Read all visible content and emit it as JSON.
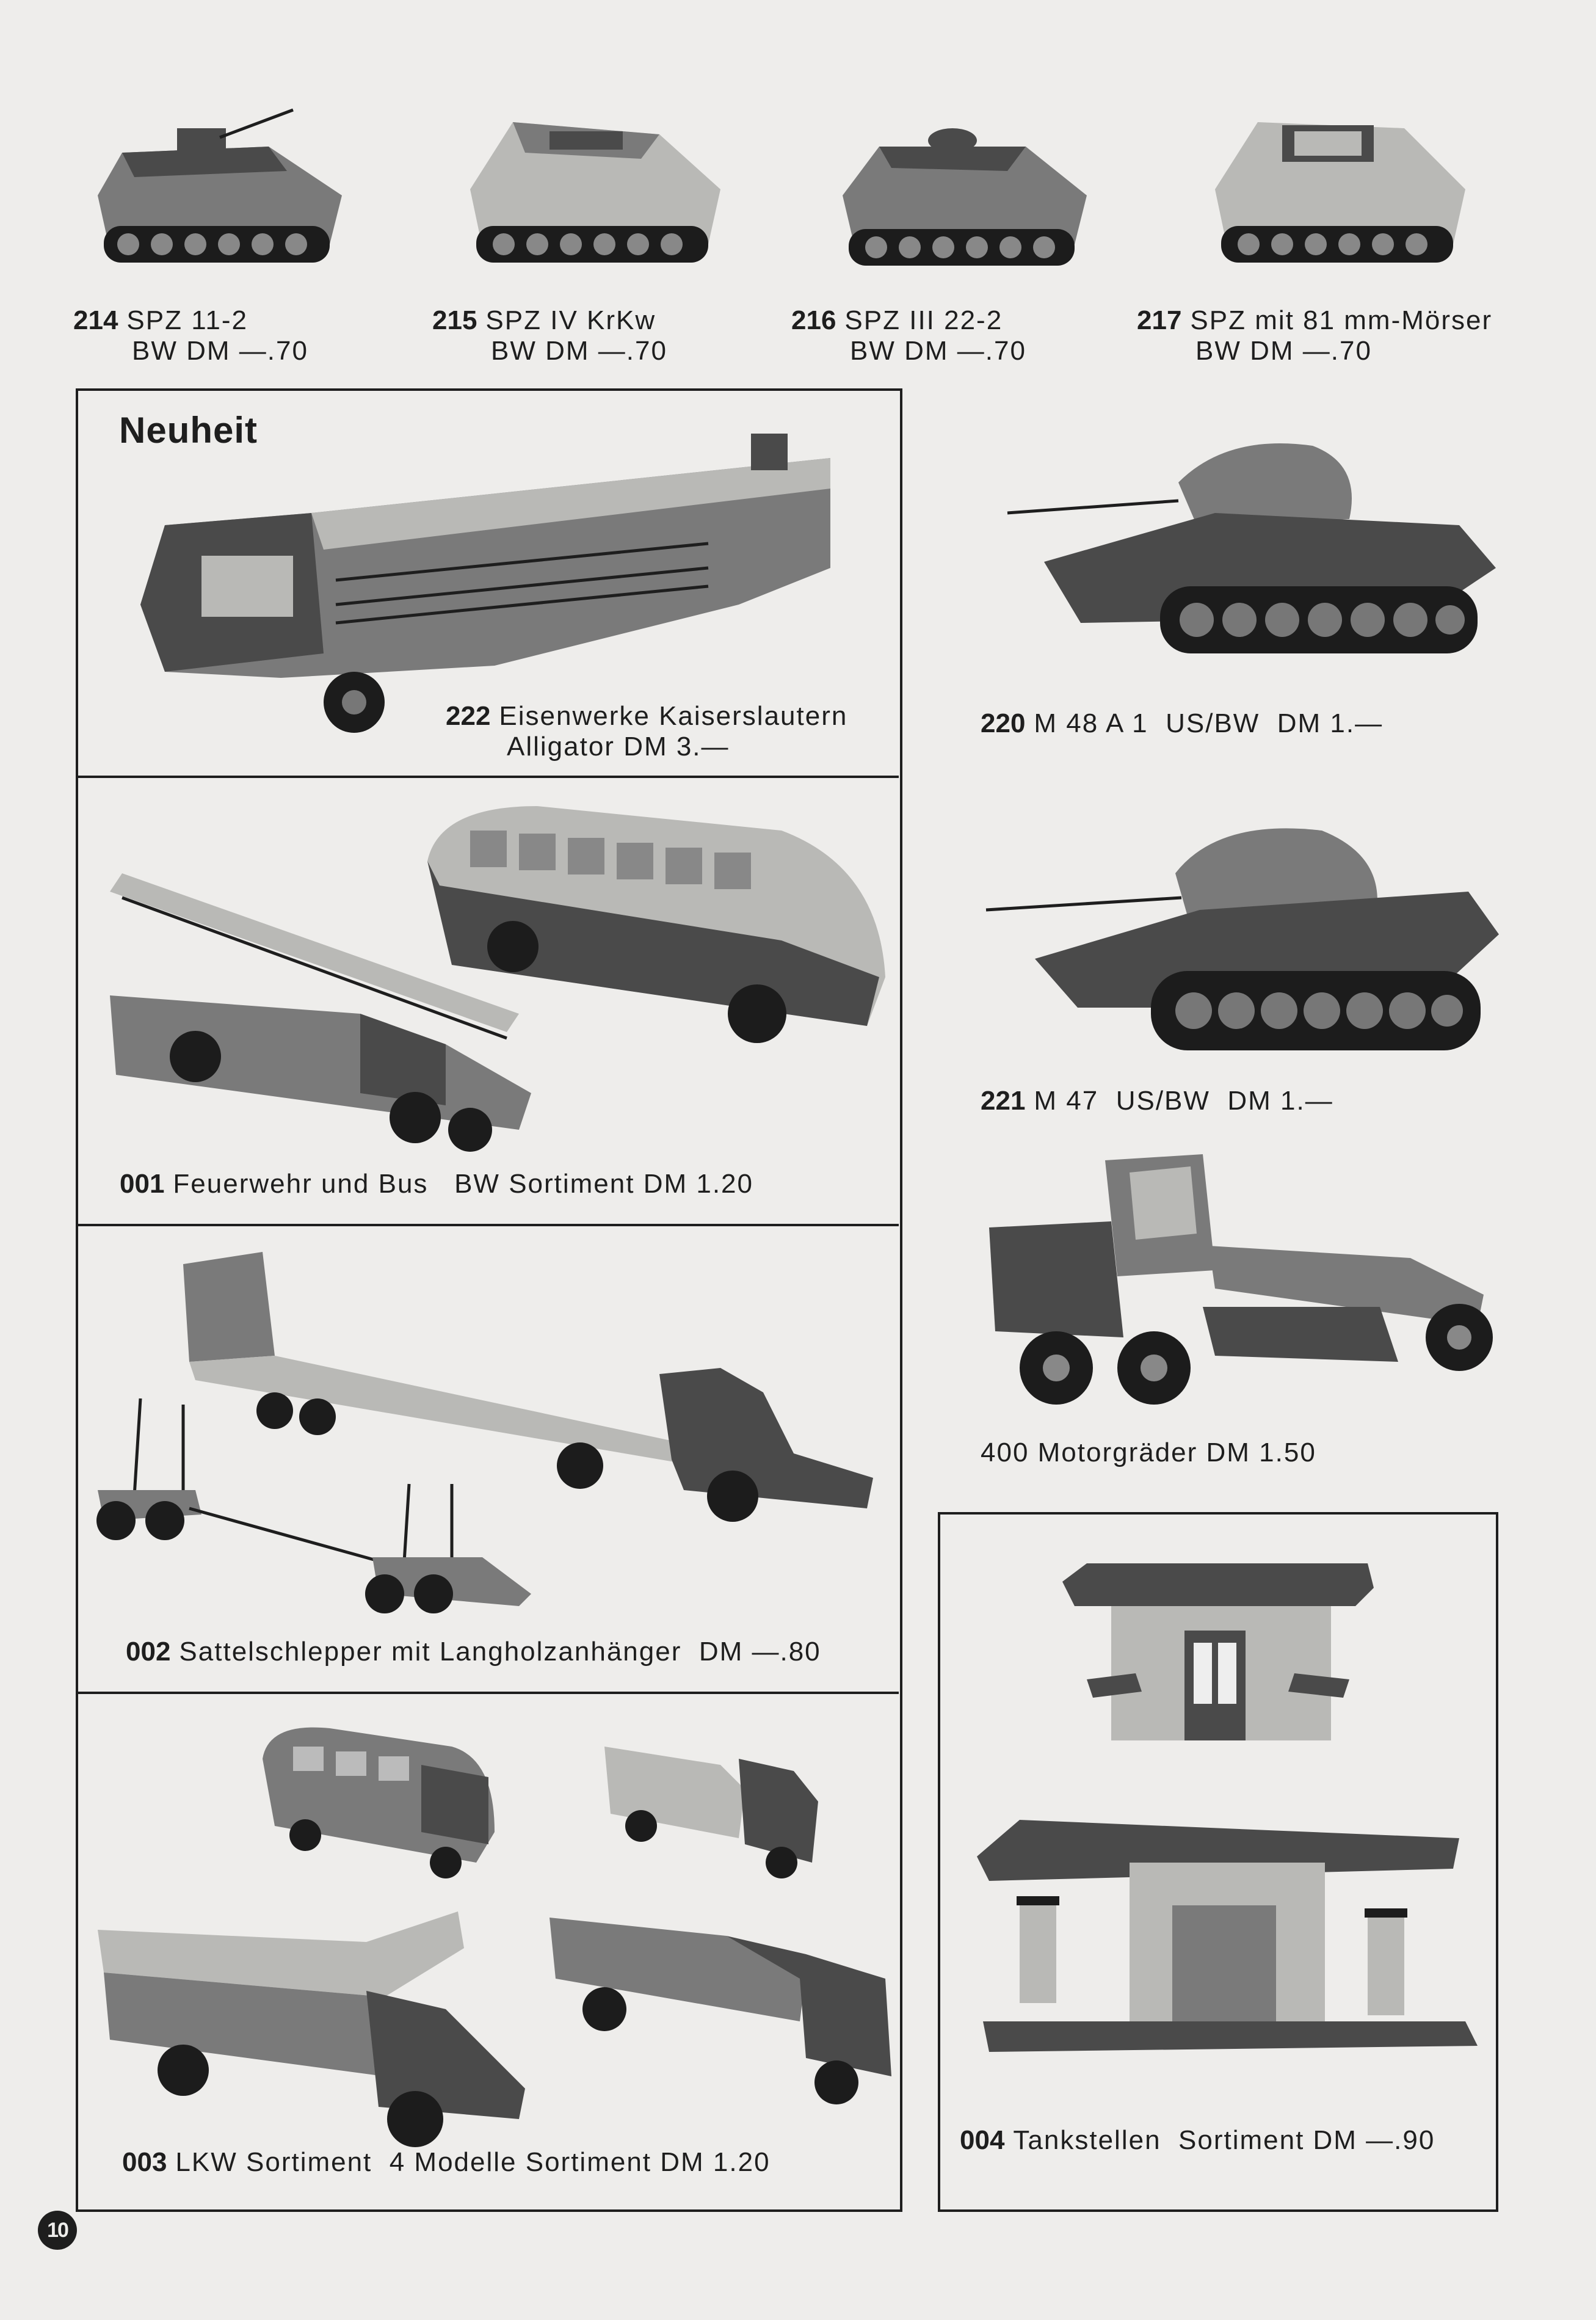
{
  "top_row": [
    {
      "num": "214",
      "name": "SPZ 11-2",
      "price": "BW DM —.70"
    },
    {
      "num": "215",
      "name": "SPZ IV KrKw",
      "price": "BW DM —.70"
    },
    {
      "num": "216",
      "name": "SPZ III 22-2",
      "price": "BW DM —.70"
    },
    {
      "num": "217",
      "name": "SPZ mit 81 mm-Mörser",
      "price": "BW DM —.70"
    }
  ],
  "neuheit": "Neuheit",
  "item_222": {
    "num": "222",
    "line1": "Eisenwerke Kaiserslautern",
    "line2": "Alligator DM 3.—"
  },
  "item_001": {
    "num": "001",
    "text": "Feuerwehr und Bus   BW Sortiment DM 1.20"
  },
  "item_002": {
    "num": "002",
    "text": "Sattelschlepper mit Langholzanhänger  DM —.80"
  },
  "item_003": {
    "num": "003",
    "text": "LKW Sortiment  4 Modelle Sortiment DM 1.20"
  },
  "item_220": {
    "num": "220",
    "text": "M 48 A 1  US/BW  DM 1.—"
  },
  "item_221": {
    "num": "221",
    "text": "M 47  US/BW  DM 1.—"
  },
  "item_400": {
    "text": "400 Motorgräder DM 1.50"
  },
  "item_004": {
    "num": "004",
    "text": "Tankstellen  Sortiment DM —.90"
  },
  "page_number": "10"
}
